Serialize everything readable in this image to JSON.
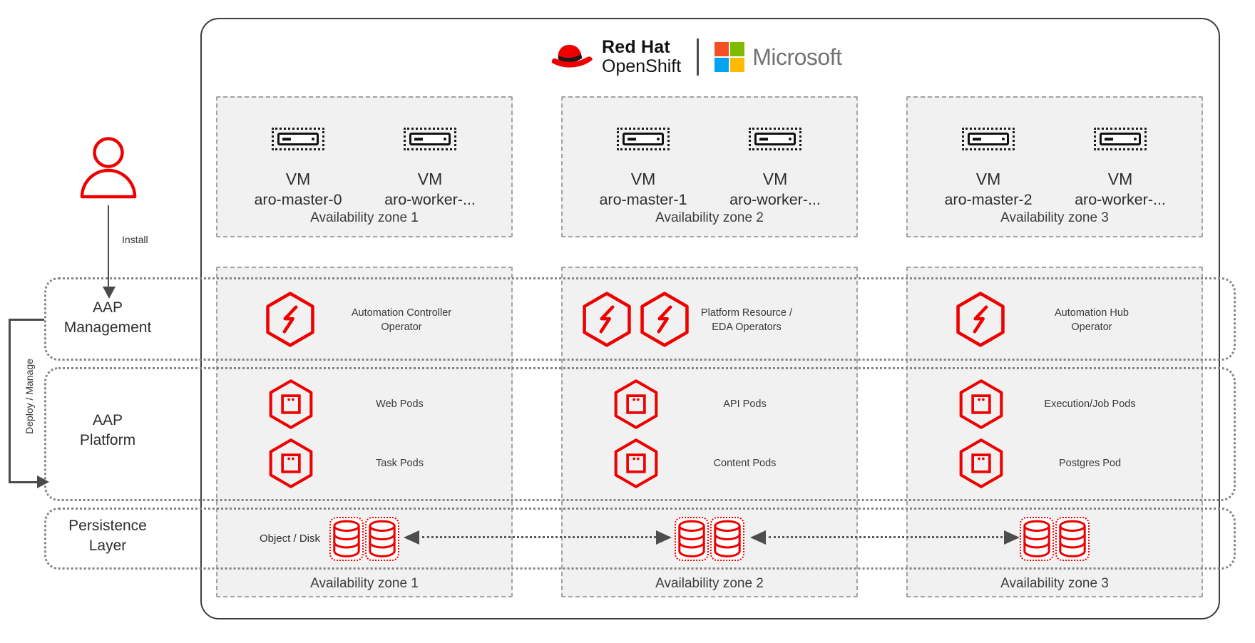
{
  "brand": {
    "redhat_name": "Red Hat",
    "redhat_product": "OpenShift",
    "microsoft": "Microsoft"
  },
  "left": {
    "install": "Install",
    "deploy_manage": "Deploy / Manage",
    "management_l1": "AAP",
    "management_l2": "Management",
    "platform_l1": "AAP",
    "platform_l2": "Platform",
    "persistence_l1": "Persistence",
    "persistence_l2": "Layer"
  },
  "persistence": {
    "object_disk": "Object / Disk"
  },
  "zones": [
    {
      "az_top": "Availability zone 1",
      "az_bottom": "Availability zone 1",
      "vm1_type": "VM",
      "vm1_name": "aro-master-0",
      "vm2_type": "VM",
      "vm2_name": "aro-worker-...",
      "operator_l1": "Automation Controller",
      "operator_l2": "Operator",
      "pod1": "Web Pods",
      "pod2": "Task Pods"
    },
    {
      "az_top": "Availability zone 2",
      "az_bottom": "Availability zone 2",
      "vm1_type": "VM",
      "vm1_name": "aro-master-1",
      "vm2_type": "VM",
      "vm2_name": "aro-worker-...",
      "operator_l1": "Platform Resource /",
      "operator_l2": "EDA Operators",
      "pod1": "API Pods",
      "pod2": "Content Pods"
    },
    {
      "az_top": "Availability zone 3",
      "az_bottom": "Availability zone 3",
      "vm1_type": "VM",
      "vm1_name": "aro-master-2",
      "vm2_type": "VM",
      "vm2_name": "aro-worker-...",
      "operator_l1": "Automation Hub",
      "operator_l2": "Operator",
      "pod1": "Execution/Job Pods",
      "pod2": "Postgres Pod"
    }
  ],
  "colors": {
    "red": "#EE0000",
    "ms_red": "#F25022",
    "ms_green": "#7FBA00",
    "ms_blue": "#00A4EF",
    "ms_yellow": "#FFB900",
    "text": "#3a3a3a",
    "ms_text": "#737373"
  }
}
